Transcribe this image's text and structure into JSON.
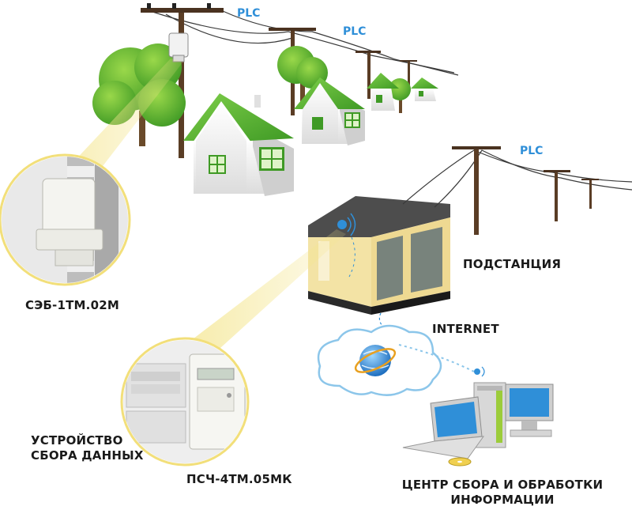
{
  "labels": {
    "plc": [
      "PLC",
      "PLC",
      "PLC"
    ],
    "meter": "СЭБ-1ТМ.02М",
    "substation": "ПОДСТАНЦИЯ",
    "internet": "INTERNET",
    "data_device_line1": "УСТРОЙСТВО",
    "data_device_line2": "СБОРА ДАННЫХ",
    "counter": "ПСЧ-4ТМ.05МК",
    "center_line1": "ЦЕНТР СБОРА И ОБРАБОТКИ",
    "center_line2": "ИНФОРМАЦИИ"
  },
  "colors": {
    "plc_text": "#2f8fd8",
    "roof_green": "#4fae2f",
    "substation_wall": "#f3e3a5",
    "substation_door": "#78837c",
    "cloud_outline": "#8cc6ea",
    "beam": "#f2df7a",
    "pole": "#5a3d25"
  }
}
